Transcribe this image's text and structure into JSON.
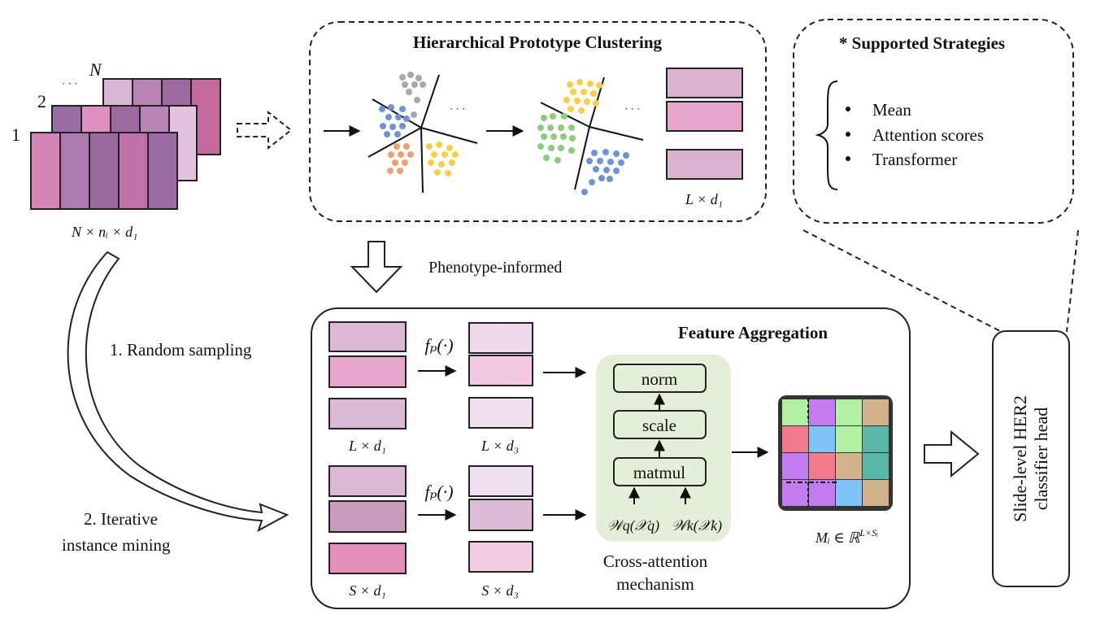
{
  "stack": {
    "labels": [
      "1",
      "2",
      "N"
    ],
    "ellipsis": "· · ·",
    "dim_label": "N × nᵢ × d₁"
  },
  "clustering": {
    "title": "Hierarchical Prototype Clustering",
    "ellipsis": "· · ·",
    "proto_label": "L × d₁"
  },
  "strategies": {
    "title": "* Supported Strategies",
    "items": [
      "Mean",
      "Attention scores",
      "Transformer"
    ]
  },
  "phenotype_label": "Phenotype-informed",
  "sampling": {
    "step1": "1. Random sampling",
    "step2_line1": "2. Iterative",
    "step2_line2": "instance mining"
  },
  "aggregation": {
    "title": "Feature Aggregation",
    "fp_label": "fₚ(·)",
    "top_left_label": "L × d₁",
    "top_right_label": "L × d₃",
    "bottom_left_label": "S × d₁",
    "bottom_right_label": "S × d₃",
    "ops": [
      "norm",
      "scale",
      "matmul"
    ],
    "wq_label": "𝒲q(𝒳q)",
    "wk_label": "𝒲k(𝒳k)",
    "caption_line1": "Cross-attention",
    "caption_line2": "mechanism",
    "matrix_label": "Mᵢ ∈ ℝ",
    "matrix_sup": "L×Sᵢ"
  },
  "classifier": {
    "line1": "Slide-level HER2",
    "line2": "classifier head"
  },
  "colors": {
    "cluster_gray": "#a8a8a8",
    "cluster_blue": "#6f93d8",
    "cluster_orange": "#f0a070",
    "cluster_yellow": "#f7cf45",
    "cluster_green": "#8ccc7a",
    "agg_green": "#e3efd8",
    "matrix": [
      "#b0f0a0",
      "#c37cf0",
      "#b0f0a0",
      "#d2b28c",
      "#f07a8a",
      "#7ec4f8",
      "#b0f0a0",
      "#5ab8a8",
      "#c37cf0",
      "#f07a8a",
      "#d2b28c",
      "#5ab8a8",
      "#c37cf0",
      "#c37cf0",
      "#7ec4f8",
      "#d2b28c"
    ]
  }
}
